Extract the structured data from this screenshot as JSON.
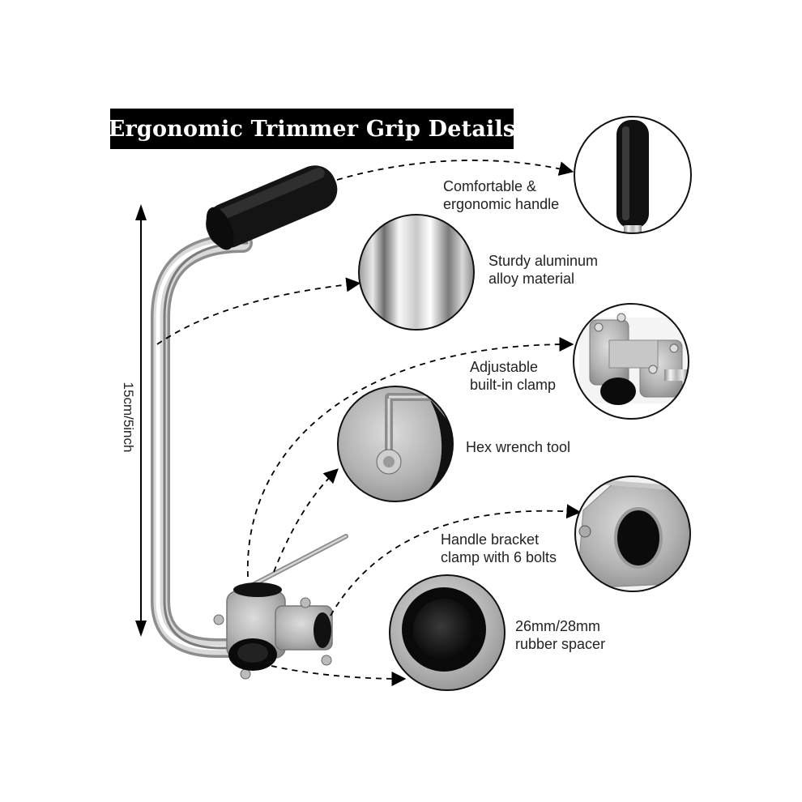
{
  "title": "Ergonomic Trimmer Grip Details",
  "dimension_label": "15cm/5inch",
  "features": [
    {
      "lines": [
        "Comfortable &",
        "ergonomic handle"
      ],
      "icon": "rubber-handle"
    },
    {
      "lines": [
        "Sturdy aluminum",
        "alloy material"
      ],
      "icon": "aluminum-tube"
    },
    {
      "lines": [
        "Adjustable",
        "built-in clamp"
      ],
      "icon": "clamp"
    },
    {
      "lines": [
        "Hex wrench tool"
      ],
      "icon": "hex-wrench"
    },
    {
      "lines": [
        "Handle bracket",
        "clamp with 6 bolts"
      ],
      "icon": "bracket"
    },
    {
      "lines": [
        "26mm/28mm",
        "rubber spacer"
      ],
      "icon": "rubber-spacer"
    }
  ]
}
